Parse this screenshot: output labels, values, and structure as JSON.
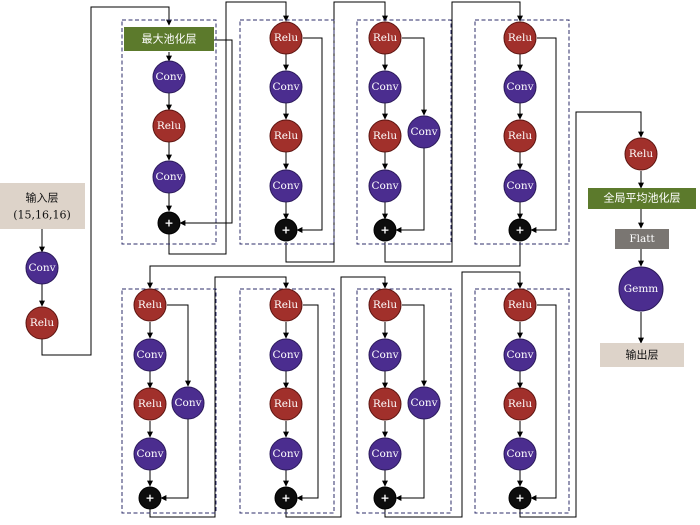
{
  "input_layer": {
    "title": "输入层",
    "shape": "(15,16,16)"
  },
  "input_nodes": [
    "Conv",
    "Relu"
  ],
  "maxpool_label": "最大池化层",
  "block_labels": {
    "b1": [
      "Conv",
      "Relu",
      "Conv"
    ],
    "b2": [
      "Relu",
      "Conv",
      "Relu",
      "Conv"
    ],
    "b3": [
      "Relu",
      "Conv",
      "Relu",
      "Conv"
    ],
    "b3_side": "Conv",
    "b4": [
      "Relu",
      "Conv",
      "Relu",
      "Conv"
    ],
    "b5": [
      "Relu",
      "Conv",
      "Relu",
      "Conv"
    ],
    "b5_side": "Conv",
    "b6": [
      "Relu",
      "Conv",
      "Relu",
      "Conv"
    ],
    "b7": [
      "Relu",
      "Conv",
      "Relu",
      "Conv"
    ],
    "b7_side": "Conv",
    "b8": [
      "Relu",
      "Conv",
      "Relu",
      "Conv"
    ]
  },
  "add_symbol": "+",
  "output_path": {
    "relu": "Relu",
    "gap_label": "全局平均池化层",
    "flatten_label": "Flatt",
    "gemm_label": "Gemm",
    "output_label": "输出层"
  },
  "colors": {
    "conv": "#4b2d8f",
    "relu": "#a1302b",
    "add": "#0d0d0d",
    "layer_box": "#ddd3c9",
    "pool_box": "#5c7a2c",
    "flatten_box": "#7a7672",
    "block_border": "#2c2c6a"
  }
}
